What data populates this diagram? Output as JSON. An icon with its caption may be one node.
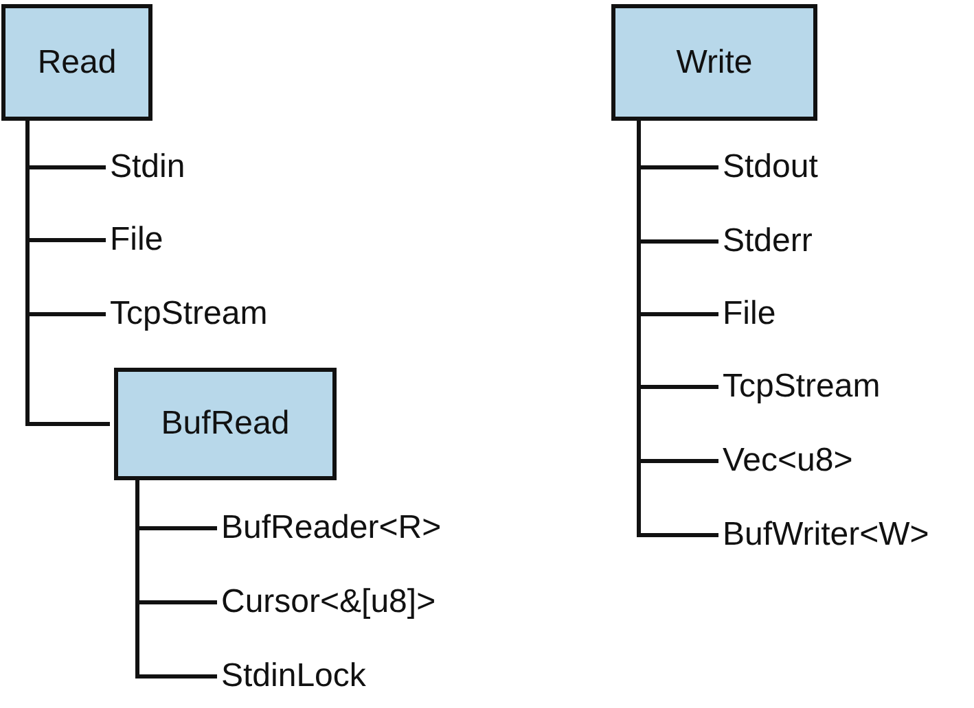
{
  "diagram": {
    "nodes": [
      {
        "text": [
          "Read"
        ]
      },
      {
        "text": [
          "Stdin"
        ]
      },
      {
        "text": [
          "File"
        ]
      },
      {
        "text": [
          "TcpStream"
        ]
      },
      {
        "text": [
          "BufRead"
        ]
      },
      {
        "text": [
          "BufReader<R>"
        ]
      },
      {
        "text": [
          "Cursor<&[u8]>"
        ]
      },
      {
        "text": [
          "StdinLock"
        ]
      },
      {
        "text": [
          "Write"
        ]
      },
      {
        "text": [
          "Stdout"
        ]
      },
      {
        "text": [
          "Stderr"
        ]
      },
      {
        "text": [
          "File"
        ]
      },
      {
        "text": [
          "TcpStream"
        ]
      },
      {
        "text": [
          "Vec<u8>"
        ]
      },
      {
        "text": [
          "BufWriter<W>"
        ]
      }
    ],
    "edges": [
      {
        "from": 0,
        "to": 1,
        "arrow": "none"
      },
      {
        "from": 0,
        "to": 2,
        "arrow": "none"
      },
      {
        "from": 0,
        "to": 3,
        "arrow": "none"
      },
      {
        "from": 0,
        "to": 4,
        "arrow": "none"
      },
      {
        "from": 4,
        "to": 5,
        "arrow": "none"
      },
      {
        "from": 4,
        "to": 6,
        "arrow": "none"
      },
      {
        "from": 4,
        "to": 7,
        "arrow": "none"
      },
      {
        "from": 8,
        "to": 9,
        "arrow": "none"
      },
      {
        "from": 8,
        "to": 10,
        "arrow": "none"
      },
      {
        "from": 8,
        "to": 11,
        "arrow": "none"
      },
      {
        "from": 8,
        "to": 12,
        "arrow": "none"
      },
      {
        "from": 8,
        "to": 13,
        "arrow": "none"
      },
      {
        "from": 8,
        "to": 14,
        "arrow": "none"
      }
    ]
  }
}
